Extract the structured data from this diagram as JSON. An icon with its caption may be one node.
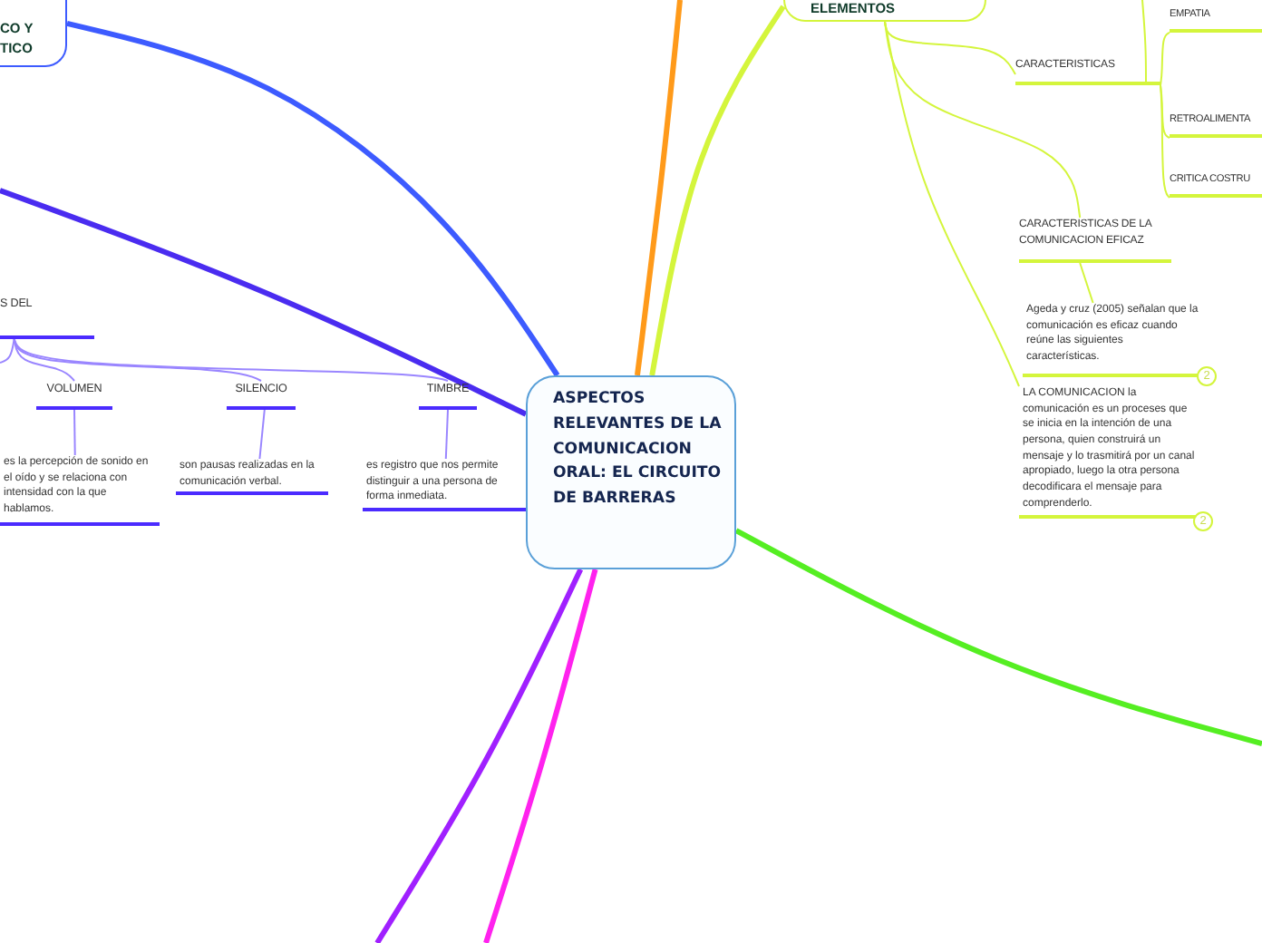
{
  "diagram": {
    "nodes": [
      {
        "text": [
          "ASPECTOS RELEVANTES DE LA COMUNICACION ORAL: EL CIRCUITO DE BARRERAS"
        ]
      },
      {
        "text": [
          "CO Y TICO"
        ]
      },
      {
        "text": [
          "ELEMENTOS"
        ]
      },
      {
        "text": [
          "S DEL"
        ]
      },
      {
        "text": [
          "VOLUMEN"
        ]
      },
      {
        "text": [
          "SILENCIO"
        ]
      },
      {
        "text": [
          "TIMBRE"
        ]
      },
      {
        "text": [
          "es la percepción de sonido en el oído y se relaciona con intensidad con la que hablamos."
        ]
      },
      {
        "text": [
          "son pausas realizadas en la comunicación verbal."
        ]
      },
      {
        "text": [
          "es registro que nos permite distinguir a una persona de forma inmediata."
        ]
      },
      {
        "text": [
          "CARACTERISTICAS"
        ]
      },
      {
        "text": [
          "EMPATIA"
        ]
      },
      {
        "text": [
          "RETROALIMENTA"
        ]
      },
      {
        "text": [
          "CRITICA COSTRU"
        ]
      },
      {
        "text": [
          "CARACTERISTICAS DE LA COMUNICACION EFICAZ"
        ]
      },
      {
        "text": [
          "Ageda y cruz (2005) señalan que la comunicación es eficaz cuando reúne las siguientes características."
        ]
      },
      {
        "text": [
          "LA COMUNICACION la comunicación es un proceses que se inicia en la intención de una persona, quien construirá un mensaje y lo trasmitirá por un canal apropiado, luego la otra persona decodificara el mensaje para comprenderlo."
        ]
      }
    ],
    "edges": [
      {
        "from": 0,
        "to": 1,
        "arrow": "none",
        "style": "thick",
        "color": "#3d5bff"
      },
      {
        "from": 0,
        "to": null,
        "arrow": "none",
        "style": "thick",
        "color": "#4a2cf0"
      },
      {
        "from": 0,
        "to": null,
        "arrow": "none",
        "style": "thick",
        "color": "#ff9a1a"
      },
      {
        "from": 0,
        "to": 2,
        "arrow": "none",
        "style": "thick"
      },
      {
        "from": 0,
        "to": null,
        "arrow": "none",
        "style": "thick",
        "color": "#55ee22"
      },
      {
        "from": 0,
        "to": null,
        "arrow": "none",
        "style": "thick",
        "color": "#a020ff"
      },
      {
        "from": 0,
        "to": null,
        "arrow": "none",
        "style": "thick",
        "color": "#ff22ee"
      },
      {
        "from": 3,
        "to": 4,
        "arrow": "none",
        "color": "#9a86ff"
      },
      {
        "from": 3,
        "to": 5,
        "arrow": "none",
        "color": "#9a86ff"
      },
      {
        "from": 3,
        "to": 6,
        "arrow": "none",
        "color": "#9a86ff"
      },
      {
        "from": 3,
        "to": null,
        "arrow": "none",
        "color": "#9a86ff"
      },
      {
        "from": 4,
        "to": 7,
        "arrow": "none",
        "color": "#9a86ff"
      },
      {
        "from": 5,
        "to": 8,
        "arrow": "none",
        "color": "#9a86ff"
      },
      {
        "from": 6,
        "to": 9,
        "arrow": "none",
        "color": "#9a86ff"
      },
      {
        "from": 2,
        "to": 10,
        "arrow": "none"
      },
      {
        "from": 2,
        "to": 14,
        "arrow": "none"
      },
      {
        "from": 2,
        "to": 16,
        "arrow": "none"
      },
      {
        "from": 10,
        "to": 11,
        "arrow": "none"
      },
      {
        "from": 10,
        "to": 12,
        "arrow": "none"
      },
      {
        "from": 10,
        "to": 13,
        "arrow": "none"
      },
      {
        "from": 10,
        "to": null,
        "arrow": "none"
      },
      {
        "from": 14,
        "to": 15,
        "arrow": "none"
      }
    ],
    "labels": [
      "2",
      "2"
    ]
  }
}
